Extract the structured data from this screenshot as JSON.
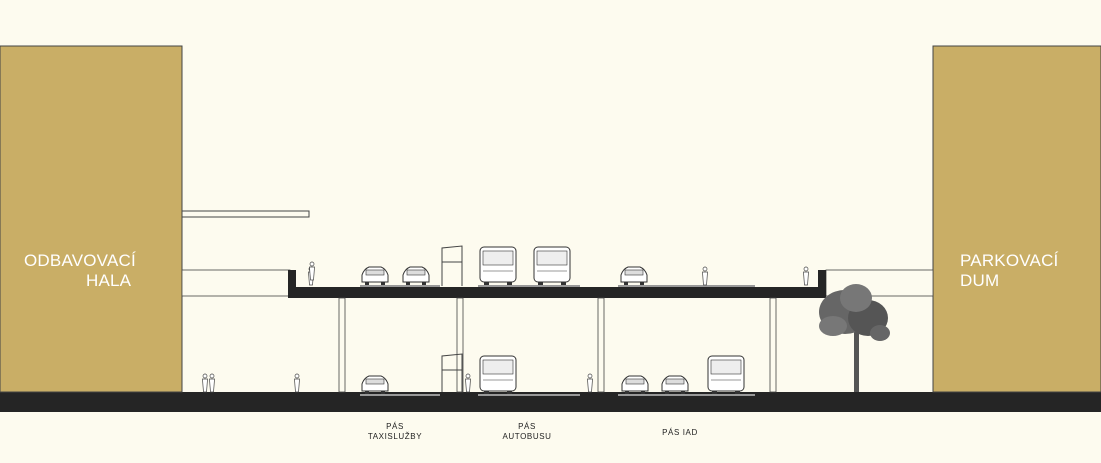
{
  "buildings": {
    "left": {
      "line1": "ODBAVOVACÍ",
      "line2": "HALA"
    },
    "right": {
      "line1": "PARKOVACÍ",
      "line2": "DUM"
    }
  },
  "lanes": [
    {
      "line1": "PÁS",
      "line2": "TAXISLUŽBY"
    },
    {
      "line1": "PÁS",
      "line2": "AUTOBUSU"
    },
    {
      "line1": "PÁS IAD",
      "line2": ""
    }
  ],
  "colors": {
    "background": "#fdfbef",
    "building": "#c9ae66",
    "slab": "#252525",
    "outline": "#333333",
    "vehicle": "#ffffff",
    "tree": "#555555"
  }
}
